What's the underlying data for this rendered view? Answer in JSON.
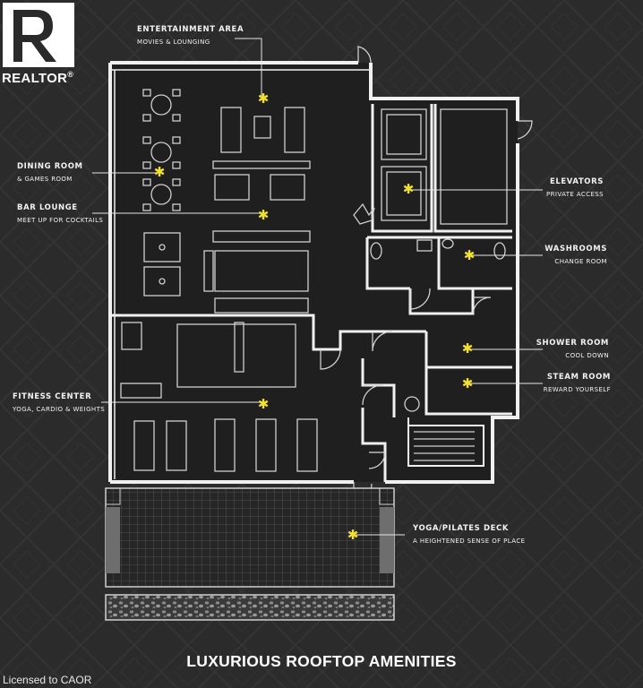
{
  "watermark": {
    "brand": "REALTOR",
    "reg_mark": "®",
    "license": "Licensed to CAOR"
  },
  "title": "LUXURIOUS ROOFTOP AMENITIES",
  "colors": {
    "background": "#2a2a2a",
    "floor": "#1f1f1f",
    "walls": "#f0f0f0",
    "marker": "#f4e12a",
    "text": "#f2f2f2"
  },
  "marker_icon": "star-marker-icon",
  "rooms": {
    "entertainment": {
      "title": "ENTERTAINMENT AREA",
      "subtitle": "MOVIES & LOUNGING"
    },
    "dining": {
      "title": "DINING ROOM",
      "subtitle": "& GAMES ROOM"
    },
    "bar": {
      "title": "BAR LOUNGE",
      "subtitle": "MEET UP FOR COCKTAILS"
    },
    "fitness": {
      "title": "FITNESS CENTER",
      "subtitle": "YOGA, CARDIO & WEIGHTS"
    },
    "elevators": {
      "title": "ELEVATORS",
      "subtitle": "PRIVATE ACCESS"
    },
    "washrooms": {
      "title": "WASHROOMS",
      "subtitle": "CHANGE ROOM"
    },
    "shower": {
      "title": "SHOWER ROOM",
      "subtitle": "COOL DOWN"
    },
    "steam": {
      "title": "STEAM ROOM",
      "subtitle": "REWARD YOURSELF"
    },
    "yoga": {
      "title": "YOGA/PILATES DECK",
      "subtitle": "A HEIGHTENED SENSE OF PLACE"
    }
  }
}
